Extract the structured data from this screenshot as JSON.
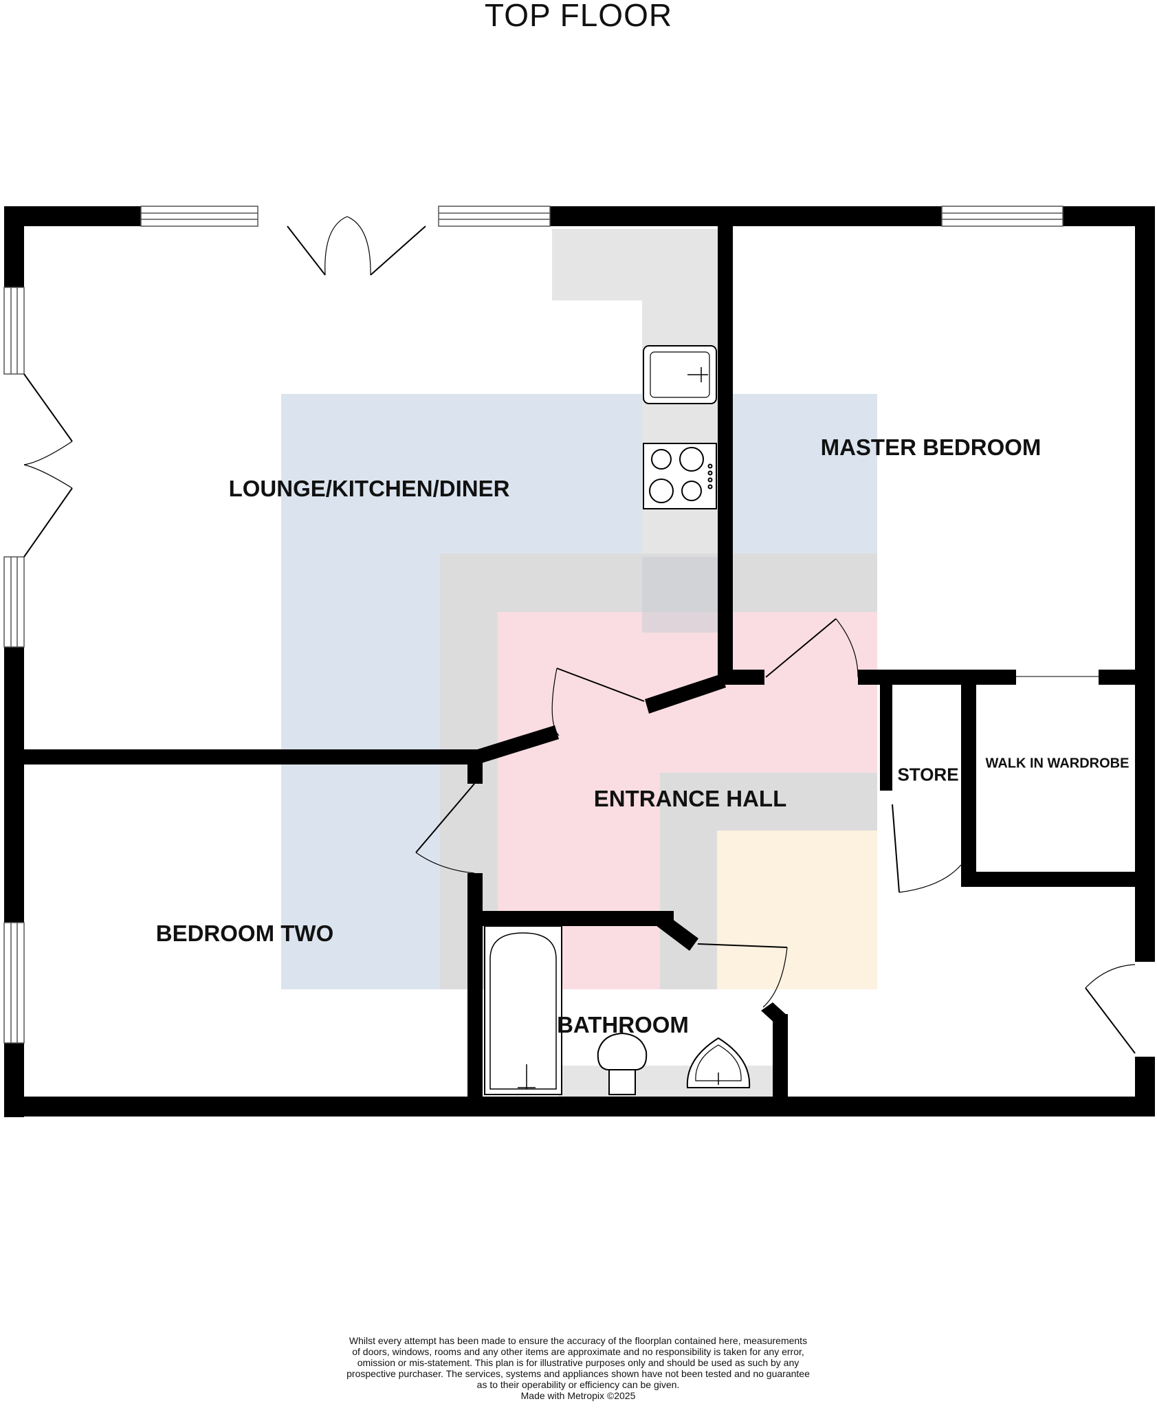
{
  "floor_title": "TOP FLOOR",
  "rooms": {
    "lounge": "LOUNGE/KITCHEN/DINER",
    "master_bedroom": "MASTER BEDROOM",
    "entrance_hall": "ENTRANCE HALL",
    "store": "STORE",
    "walk_in_wardrobe": "WALK IN WARDROBE",
    "bedroom_two": "BEDROOM TWO",
    "bathroom": "BATHROOM"
  },
  "zone_colors": {
    "living": "#dbe4ee",
    "hall": "#f9dde2",
    "kitchen_grey": "#e5e5e5",
    "yellow": "#fdf1df",
    "wall": "#000000"
  },
  "disclaimer_lines": [
    "Whilst every attempt has been made to ensure the accuracy of the floorplan contained here, measurements",
    "of doors, windows, rooms and any other items are approximate and no responsibility is taken for any error,",
    "omission or mis-statement. This plan is for illustrative purposes only and should be used as such by any",
    "prospective purchaser. The services, systems and appliances shown have not been tested and no guarantee",
    "as to their operability or efficiency can be given."
  ],
  "credit": "Made with Metropix ©2025"
}
